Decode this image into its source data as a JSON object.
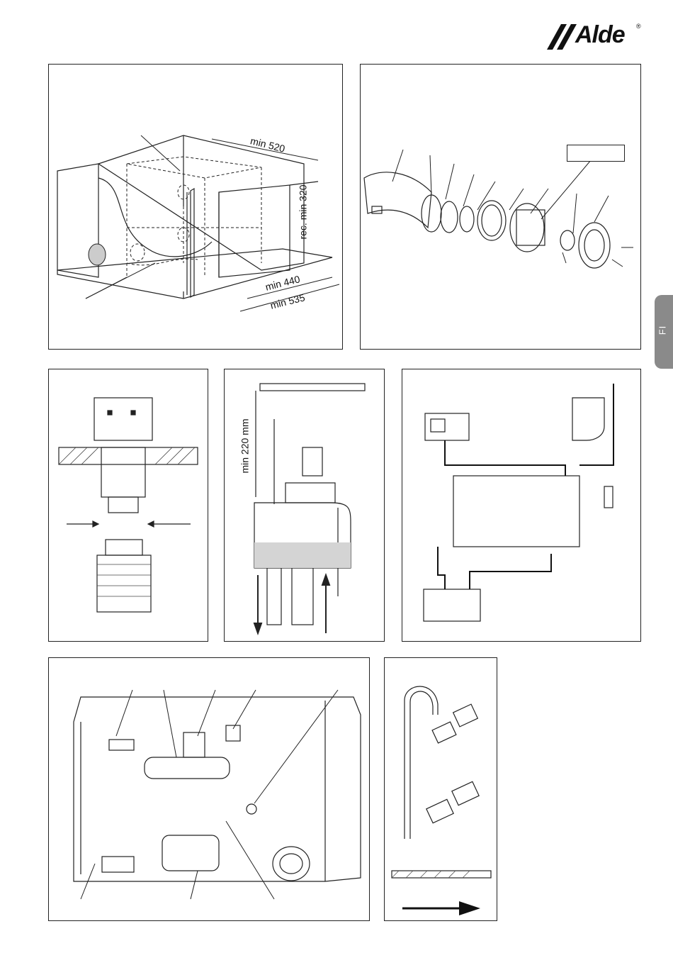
{
  "brand": {
    "name": "Alde",
    "registered": "®"
  },
  "side_tab": {
    "label": "FI"
  },
  "fig1": {
    "dim_depth": "min 520",
    "dim_height": "rec. min 320",
    "dim_width_inner": "min 440",
    "dim_width_outer": "min 535"
  },
  "fig4": {
    "dim_height": "min 220 mm"
  },
  "colors": {
    "tab": "#8a8a8a",
    "line": "#222222",
    "shade": "#cccccc"
  }
}
